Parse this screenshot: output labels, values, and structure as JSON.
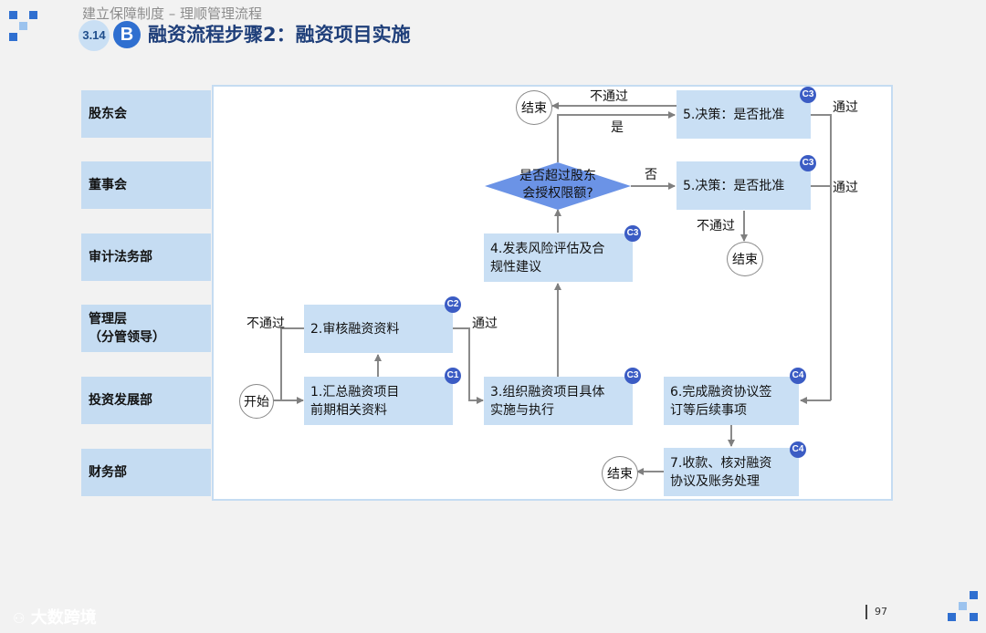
{
  "header": {
    "subtitle": "建立保障制度 – 理顺管理流程",
    "section_number": "3.14",
    "section_letter": "B",
    "title": "融资流程步骤2：融资项目实施"
  },
  "lanes": [
    "股东会",
    "董事会",
    "审计法务部",
    "管理层\n（分管领导）",
    "投资发展部",
    "财务部"
  ],
  "steps": {
    "s1": {
      "text": "1.汇总融资项目\n前期相关资料",
      "badge": "C1"
    },
    "s2": {
      "text": "2.审核融资资料",
      "badge": "C2"
    },
    "s3": {
      "text": "3.组织融资项目具体\n实施与执行",
      "badge": "C3"
    },
    "s4": {
      "text": "4.发表风险评估及合\n规性建议",
      "badge": "C3"
    },
    "s5a": {
      "text": "5.决策：是否批准",
      "badge": "C3"
    },
    "s5b": {
      "text": "5.决策：是否批准",
      "badge": "C3"
    },
    "s6": {
      "text": "6.完成融资协议签\n订等后续事项",
      "badge": "C4"
    },
    "s7": {
      "text": "7.收款、核对融资\n协议及账务处理",
      "badge": "C4"
    }
  },
  "decision": {
    "text": "是否超过股东\n会授权限额?"
  },
  "terminals": {
    "start": "开始",
    "end": "结束"
  },
  "edge_labels": {
    "fail": "不通过",
    "pass": "通过",
    "yes": "是",
    "no": "否"
  },
  "footer": {
    "watermark": "大数跨境",
    "page": "97"
  },
  "colors": {
    "lane_fill": "#c5dcf2",
    "box_fill": "#c9dff4",
    "badge": "#3b5cc4",
    "decision": "#6b93e6",
    "title": "#1f3f7a",
    "arrow": "#7f7f7f"
  }
}
